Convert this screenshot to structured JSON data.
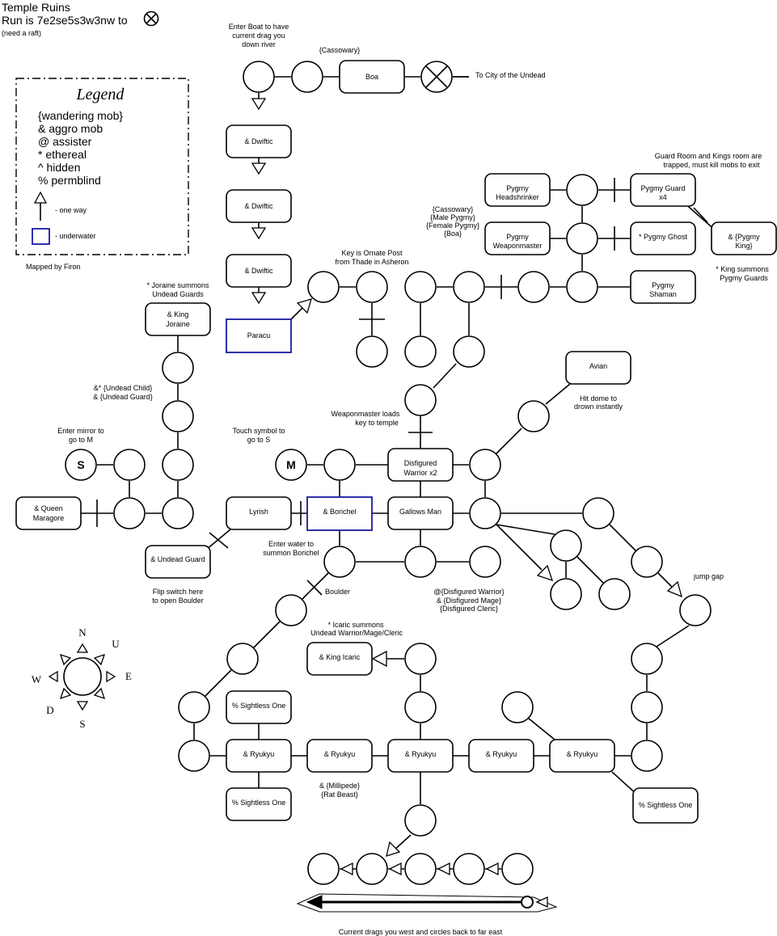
{
  "map": {
    "title": "Temple Ruins",
    "run": "Run is 7e2se5s3w3nw to",
    "run_note": "(need a raft)",
    "credit": "Mapped by Firon",
    "legend": {
      "title": "Legend",
      "items": [
        "{wandering mob}",
        "& aggro mob",
        "@ assister",
        "* ethereal",
        "^ hidden",
        "% permblind"
      ],
      "one_way": "- one way",
      "underwater": "- underwater"
    },
    "compass": [
      "N",
      "U",
      "E",
      "S",
      "W",
      "D"
    ],
    "portals": [
      "S",
      "M"
    ],
    "rooms": [
      "Boa",
      "& Dwiftic",
      "& Dwiftic",
      "& Dwiftic",
      "Paracu",
      "& King Joraine",
      "& Queen Maragore",
      "& Undead Guard",
      "Lyrish",
      "& Borichel",
      "Disfigured Warrior x2",
      "Gallows Man",
      "Avian",
      "Pygmy Headshrinker",
      "Pygmy Weaponmaster",
      "Pygmy Guard x4",
      "* Pygmy Ghost",
      "& {Pygmy King}",
      "Pygmy Shaman",
      "& King Icaric",
      "% Sightless One",
      "% Sightless One",
      "% Sightless One",
      "& Ryukyu",
      "& Ryukyu",
      "& Ryukyu",
      "& Ryukyu",
      "& Ryukyu"
    ],
    "notes": {
      "enter_boat": "Enter Boat to have current drag you down river",
      "cassowary": "{Cassowary}",
      "city": "To City of the Undead",
      "guard_room": "Guard Room and Kings room are trapped, must kill mobs to exit",
      "pygmy_wanderers": "{Cassowary} {Male Pygmy} {Female Pygmy} {Boa}",
      "king_summons": "* King summons Pygmy Guards",
      "key": "Key is Ornate Post from Thade in Asheron",
      "joraine": "* Joraine summons Undead Guards",
      "undead_child": "&* {Undead Child} & {Undead Guard}",
      "avian_hit": "Hit dome to drown instantly",
      "weaponmaster": "Weaponmaster loads key to temple",
      "mirror": "Enter mirror to go to M",
      "symbol": "Touch symbol to go to S",
      "enter_water": "Enter water to summon Borichel",
      "flip_switch": "Flip switch here to open Boulder",
      "boulder": "Boulder",
      "disfigured": "@{Disfigured Warrior} & {Disfigured Mage} {Disfigured Cleric}",
      "jump_gap": "jump gap",
      "icaric": "* Icaric summons Undead Warrior/Mage/Cleric",
      "millipede": "& {Millipede} {Rat Beast}",
      "current": "Current drags you west and circles back to far east"
    }
  }
}
